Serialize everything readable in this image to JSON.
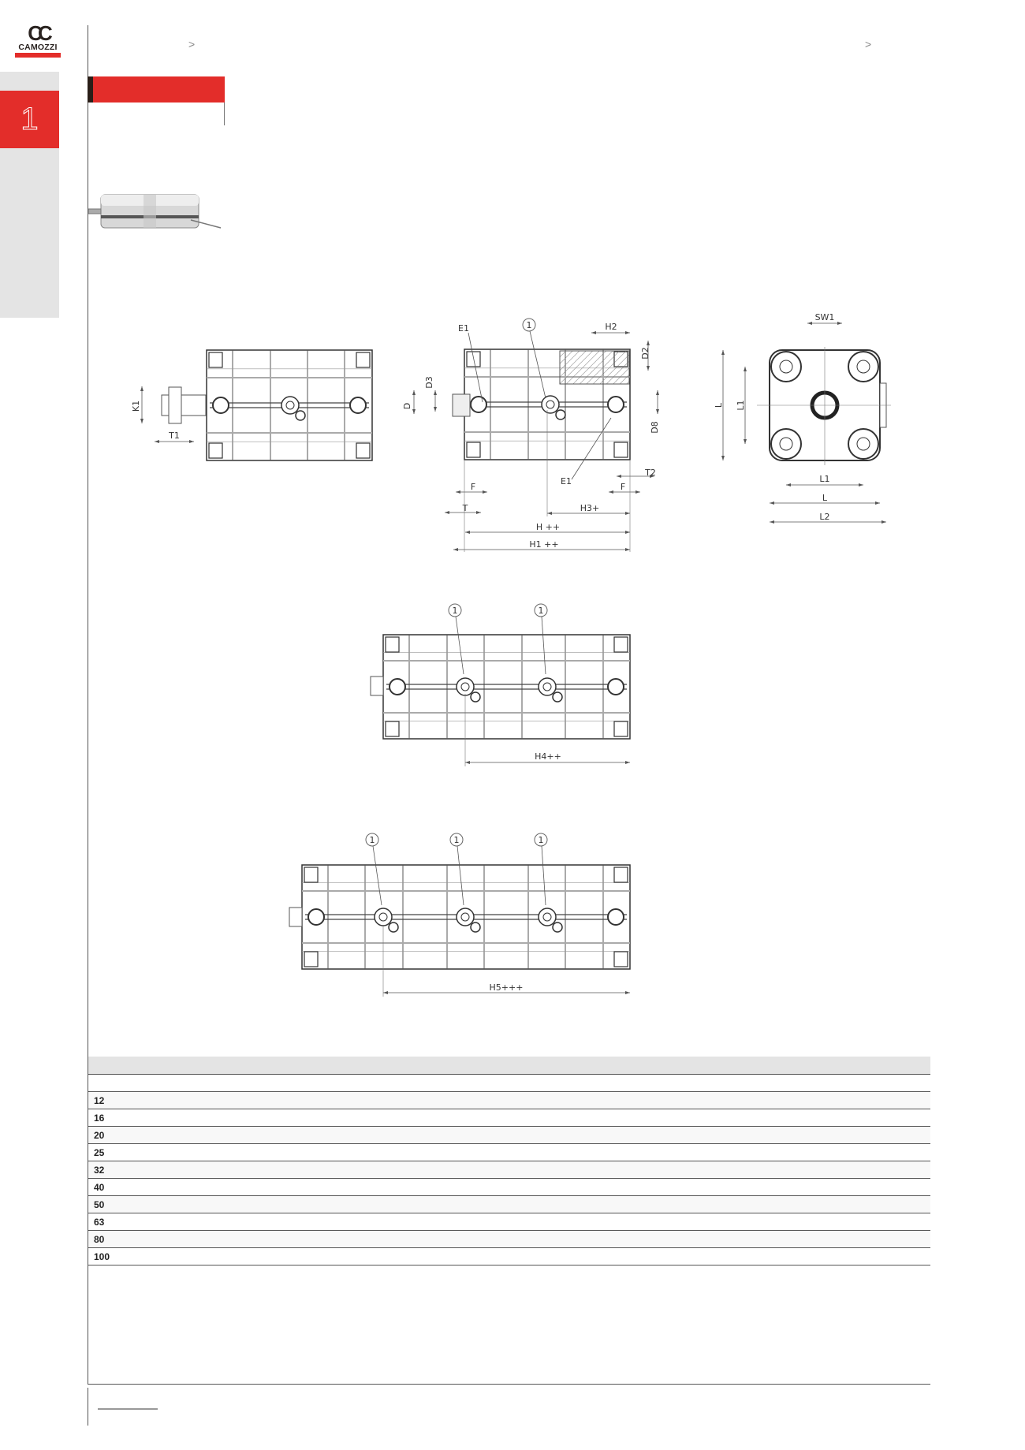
{
  "logo": {
    "mark": "CC",
    "text": "CAMOZZI"
  },
  "sidebar": {
    "chapter": "1"
  },
  "header": {
    "separator_left": ">",
    "separator_right": ">"
  },
  "colors": {
    "brand_red": "#e32d2a",
    "sidebar_grey": "#e4e4e4",
    "dark": "#2a1e18"
  },
  "drawings": {
    "view1": {
      "labels": [
        "K1",
        "T1"
      ]
    },
    "view2": {
      "labels": [
        "E1",
        "1",
        "H2",
        "D2",
        "D3",
        "D",
        "D8",
        "E1",
        "T2",
        "F",
        "F",
        "T",
        "H3+",
        "H ++",
        "H1 ++"
      ]
    },
    "view3": {
      "labels": [
        "SW1",
        "L",
        "L1",
        "L1",
        "L",
        "L2"
      ]
    },
    "view4": {
      "labels": [
        "1",
        "1",
        "H4++"
      ]
    },
    "view5": {
      "labels": [
        "1",
        "1",
        "1",
        "H5+++"
      ]
    }
  },
  "table": {
    "rows": [
      "",
      "12",
      "16",
      "20",
      "25",
      "32",
      "40",
      "50",
      "63",
      "80",
      "100"
    ]
  }
}
